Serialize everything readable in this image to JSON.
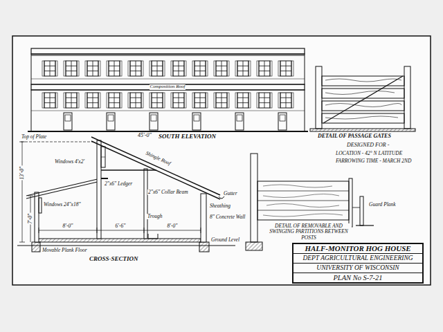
{
  "diagram": {
    "nodes": [
      {
        "text": [
          "HALF-MONITOR HOG HOUSE",
          "DEPT AGRICULTURAL ENGINEERING",
          "UNIVERSITY OF WISCONSIN",
          "PLAN No S-7-21"
        ]
      }
    ],
    "labels": [
      "Composition Roof",
      "45'-0\"",
      "SOUTH ELEVATION",
      "DETAIL OF PASSAGE GATES",
      "DESIGNED FOR -",
      "LOCATION - 42° N LATITUDE",
      "FARROWING TIME - MARCH 2ND",
      "Top of Plate",
      "Windows 4'x2'",
      "Shingle Roof",
      "2\"x6\" Ledger",
      "2\"x6\" Collar Beam",
      "Gutter",
      "Sheathing",
      "8\" Concrete Wall",
      "Windows 24\"x18\"",
      "8'-0\"",
      "6'-6\"",
      "8'-0\"",
      "13'-0\"",
      "7'-0\"",
      "Trough",
      "Movable Plank Floor",
      "Ground Level",
      "CROSS-SECTION",
      "DETAIL OF REMOVABLE AND SWINGING PARTITIONS BETWEEN POSTS",
      "Guard Plank"
    ]
  }
}
